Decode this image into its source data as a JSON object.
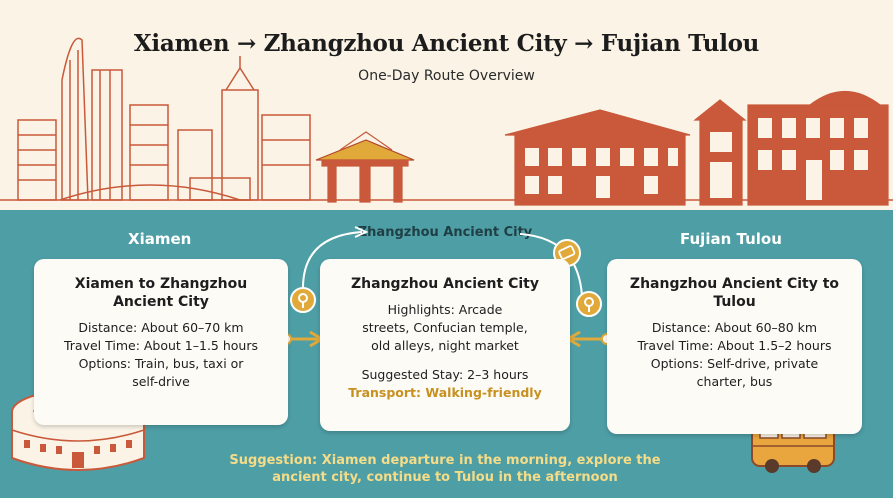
{
  "header": {
    "title": "Xiamen → Zhangzhou Ancient City → Fujian Tulou",
    "subtitle": "One-Day Route Overview"
  },
  "sections": {
    "left_label": "Xiamen",
    "middle_label": "Zhangzhou Ancient City",
    "right_label": "Fujian Tulou"
  },
  "cards": {
    "left": {
      "title": "Xiamen to Zhangzhou Ancient City",
      "lines": [
        "Distance: About 60–70 km",
        "Travel Time: About 1–1.5 hours",
        "Options: Train, bus, taxi or",
        "self-drive"
      ]
    },
    "middle": {
      "title": "Zhangzhou Ancient City",
      "lines": [
        "Highlights: Arcade",
        "streets, Confucian temple,",
        "old alleys, night market"
      ],
      "stay": "Suggested Stay: 2–3 hours",
      "transport": "Transport: Walking-friendly"
    },
    "right": {
      "title": "Zhangzhou Ancient City to Tulou",
      "lines": [
        "Distance: About 60–80 km",
        "Travel Time: About 1.5–2 hours",
        "Options: Self-drive, private",
        "charter, bus"
      ]
    }
  },
  "footer": {
    "suggestion": "Suggestion: Xiamen departure in the morning, explore the ancient city, continue to Tulou in the afternoon"
  },
  "icons": [
    "location-pin-icon",
    "ticket-icon",
    "bus-icon",
    "tulou-building-icon"
  ],
  "colors": {
    "cream": "#faf3e6",
    "teal": "#4e9ea6",
    "terracotta": "#c9593a",
    "gold": "#e0a93a",
    "suggestion": "#f4dc88"
  }
}
